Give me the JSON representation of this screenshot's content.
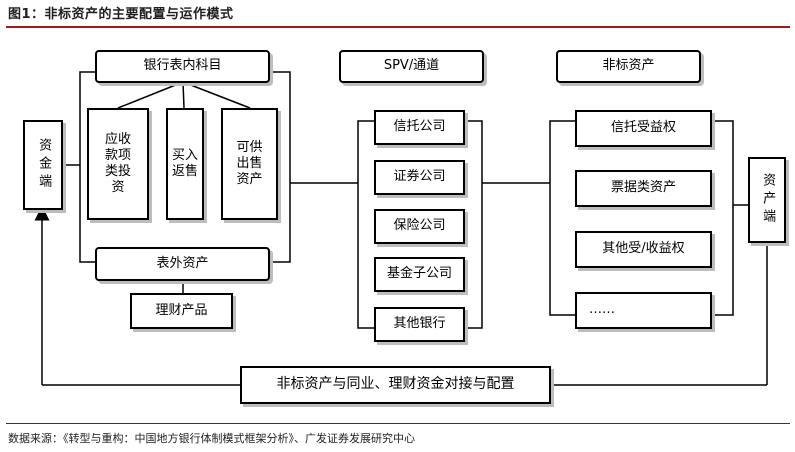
{
  "title": "图1：非标资产的主要配置与运作模式",
  "boxes": {
    "funding_end": "资金端",
    "on_balance_subjects": "银行表内科目",
    "receivables": "应收\n款项\n类投\n资",
    "reverse_repo": "买入\n返售",
    "available_for_sale": "可供\n出售\n资产",
    "off_balance_assets": "表外资产",
    "wealth_products": "理财产品",
    "spv_channel": "SPV/通道",
    "trust_company": "信托公司",
    "securities_company": "证券公司",
    "insurance_company": "保险公司",
    "fund_subsidiary": "基金子公司",
    "other_banks": "其他银行",
    "non_standard_assets": "非标资产",
    "trust_beneficiary_rights": "信托受益权",
    "bill_assets": "票据类资产",
    "other_beneficiary_rights": "其他受/收益权",
    "ellipsis": "……",
    "asset_end": "资产端",
    "matching": "非标资产与同业、理财资金对接与配置"
  },
  "source": "数据来源：《转型与重构：中国地方银行体制模式框架分析》、广发证券发展研究中心"
}
